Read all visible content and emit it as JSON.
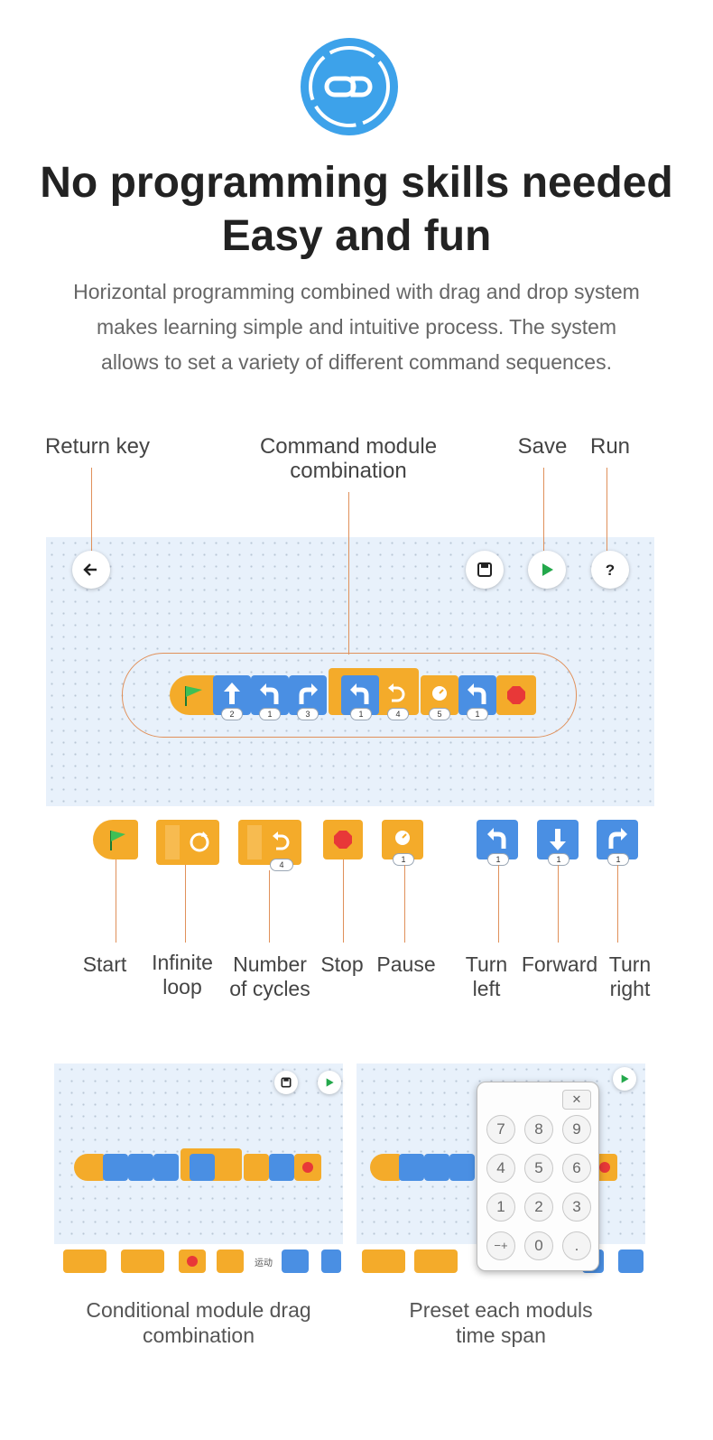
{
  "header": {
    "title_line1": "No programming skills needed",
    "title_line2": "Easy and fun",
    "description_line1": "Horizontal programming combined with drag and drop system",
    "description_line2": "makes learning simple and intuitive process. The system",
    "description_line3": "allows to set a variety of different command sequences."
  },
  "callouts": {
    "return_key": "Return key",
    "command_module_line1": "Command module",
    "command_module_line2": "combination",
    "save": "Save",
    "run": "Run"
  },
  "program": {
    "block_params": [
      "2",
      "1",
      "3",
      "1",
      "4",
      "5",
      "1"
    ]
  },
  "palette": {
    "labels": [
      {
        "line1": "Start",
        "line2": ""
      },
      {
        "line1": "Infinite",
        "line2": "loop"
      },
      {
        "line1": "Number",
        "line2": "of cycles"
      },
      {
        "line1": "Stop",
        "line2": ""
      },
      {
        "line1": "Pause",
        "line2": ""
      },
      {
        "line1": "Turn",
        "line2": "left"
      },
      {
        "line1": "Forward",
        "line2": ""
      },
      {
        "line1": "Turn",
        "line2": "right"
      }
    ],
    "block_params": [
      "4",
      "1",
      "1",
      "1",
      "1"
    ]
  },
  "small_screens": {
    "left_caption_line1": "Conditional module drag",
    "left_caption_line2": "combination",
    "right_caption_line1": "Preset each moduls",
    "right_caption_line2": "time span",
    "palette_tag": "运动",
    "keypad_keys": [
      "7",
      "8",
      "9",
      "4",
      "5",
      "6",
      "1",
      "2",
      "3",
      "−+",
      "0",
      "."
    ],
    "keypad_backspace": "✕"
  },
  "colors": {
    "accent_blue": "#3da2ea",
    "block_blue": "#4a8fe3",
    "block_orange": "#f4ab2a",
    "run_green": "#23a84b",
    "stop_red": "#e83838",
    "callout_line": "#e0905a"
  }
}
